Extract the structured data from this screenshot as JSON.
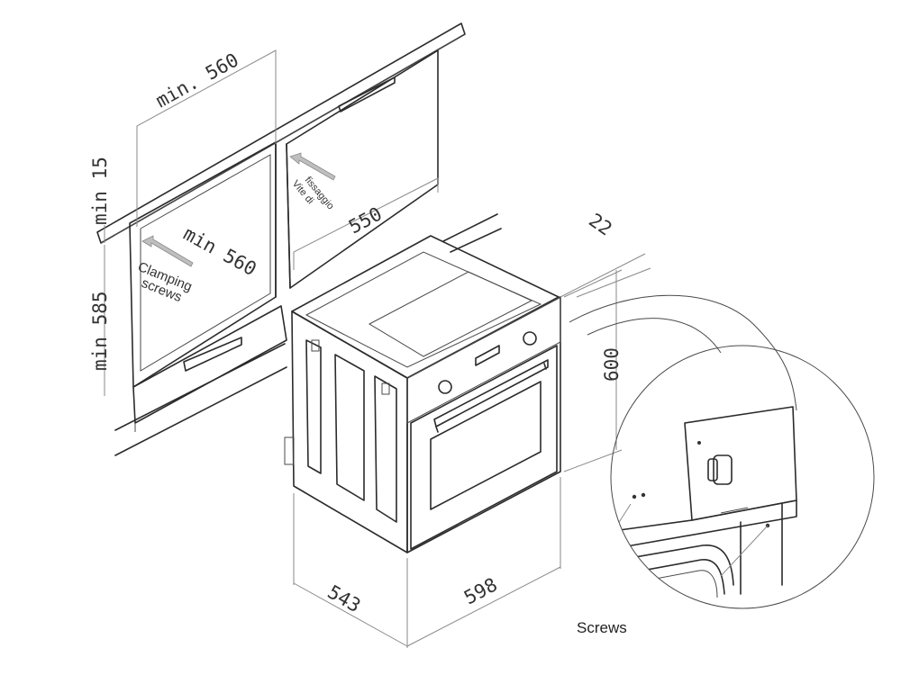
{
  "dimensions": {
    "cabinet_width_top": "min. 560",
    "cabinet_width_inner": "min 560",
    "cabinet_gap_top": "min 15",
    "cabinet_height": "min 585",
    "cabinet_depth": "550",
    "front_thickness": "22",
    "oven_height": "600",
    "oven_depth": "543",
    "oven_width": "598"
  },
  "labels": {
    "clamping_screws": [
      "Clamping",
      "screws"
    ],
    "vite_fissaggio": [
      "Vite di",
      "fissaggio"
    ],
    "screws_detail": "Screws"
  }
}
